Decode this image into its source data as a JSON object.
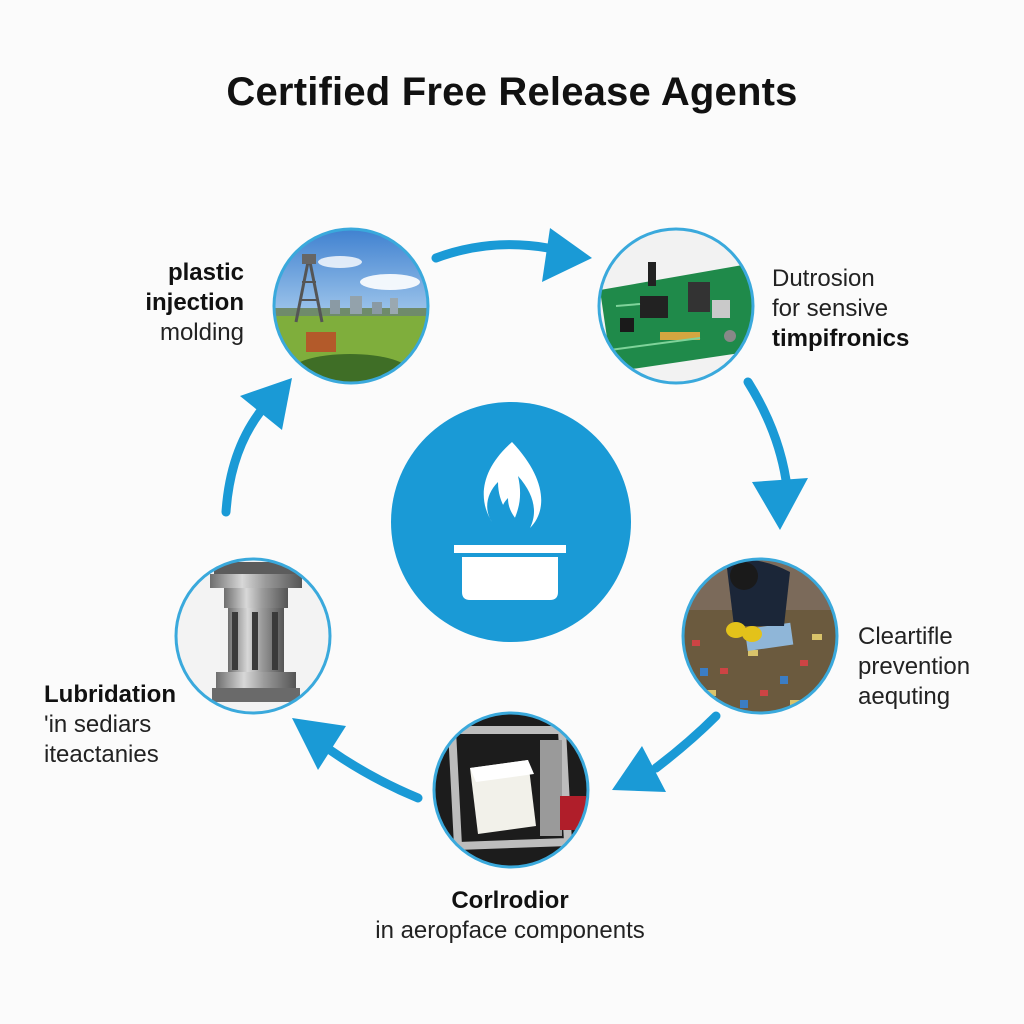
{
  "title": "Certified Free Release Agents",
  "colors": {
    "accent": "#1a9ad6",
    "ring": "#3aa9dc",
    "background": "#fbfbfb"
  },
  "center_icon": "flame-over-container-icon",
  "nodes": [
    {
      "id": "top-left",
      "image": "water-tower-field-photo",
      "lines": [
        "plastic",
        "injection",
        "molding"
      ]
    },
    {
      "id": "top-right",
      "image": "circuit-board-photo",
      "lines": [
        "Dutrosion",
        "for sensive",
        "timpifronics"
      ]
    },
    {
      "id": "right",
      "image": "worker-electronics-photo",
      "lines": [
        "Cleartifle",
        "prevention",
        "aequting"
      ]
    },
    {
      "id": "bottom",
      "image": "foam-block-in-frame-photo",
      "lines": [
        "Corlrodior",
        "in aeropface components"
      ]
    },
    {
      "id": "left",
      "image": "metal-cylinder-part-photo",
      "lines": [
        "Lubridation",
        "'in sediars",
        "iteactanies"
      ]
    }
  ]
}
